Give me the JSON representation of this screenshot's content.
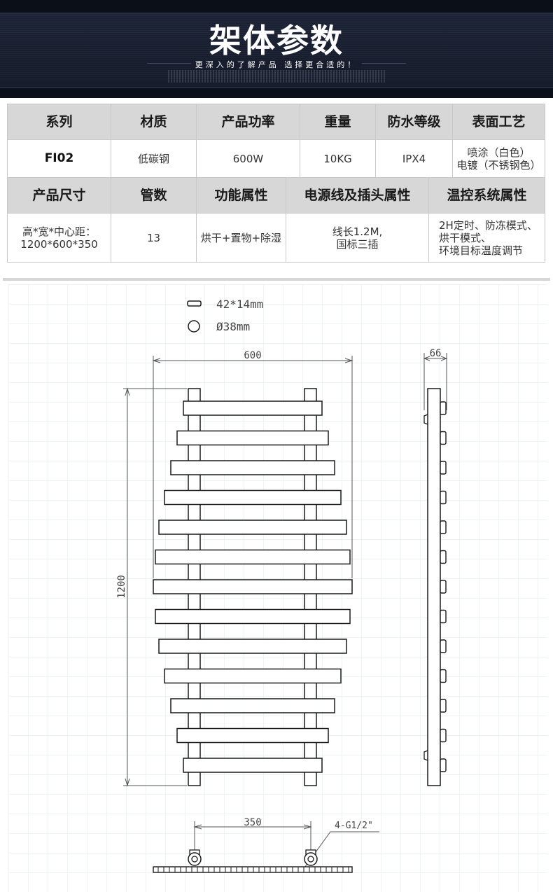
{
  "banner": {
    "title": "架体参数",
    "subtitle": "更深入的了解产品  选择更合适的！"
  },
  "spec_table": {
    "header1": [
      "系列",
      "材质",
      "产品功率",
      "重量",
      "防水等级",
      "表面工艺"
    ],
    "row1": [
      "FI02",
      "低碳钢",
      "600W",
      "10KG",
      "IPX4",
      "喷涂（白色）",
      "电镀（不锈钢色）"
    ],
    "header2": [
      "产品尺寸",
      "管数",
      "功能属性",
      "电源线及插头属性",
      "温控系统属性"
    ],
    "row2": {
      "size_line1": "高*宽*中心距：",
      "size_line2": "1200*600*350",
      "tubes": "13",
      "function": "烘干+置物+除湿",
      "power_line1": "线长1.2M,",
      "power_line2": "国标三插",
      "temp_line1": "2H定时、防冻模式、",
      "temp_line2": "烘干模式、",
      "temp_line3": "环境目标温度调节"
    }
  },
  "drawing": {
    "legend_rect": "42*14mm",
    "legend_circle": "Ø38mm",
    "dim_width": "600",
    "dim_height": "1200",
    "dim_depth": "66",
    "dim_center": "350",
    "pipe_label": "4-G1/2\"",
    "bar_count": 13,
    "line_color": "#1a1a1a"
  }
}
